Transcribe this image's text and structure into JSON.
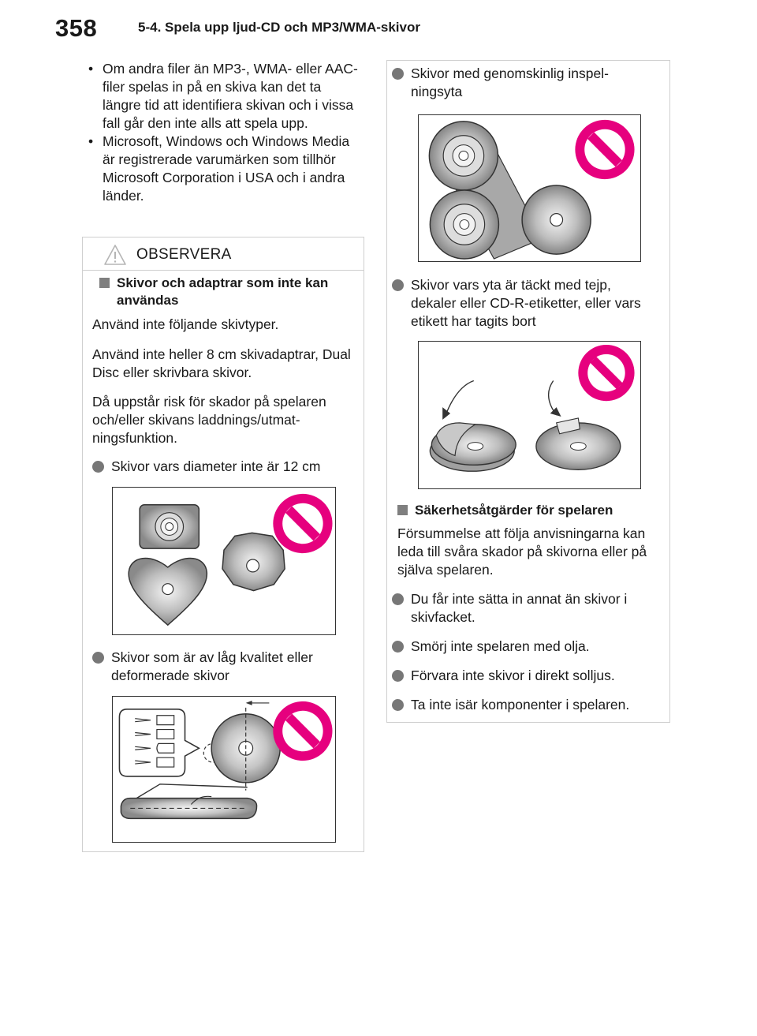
{
  "header": {
    "page_number": "358",
    "section_title": "5-4. Spela upp ljud-CD och MP3/WMA-skivor"
  },
  "left_bullets": [
    "Om andra filer än MP3-, WMA- eller AAC-filer spelas in på en skiva kan det ta längre tid att identifiera skivan och i vissa fall går den inte alls att spela upp.",
    "Microsoft, Windows och Windows Media är registrerade varumärken som tillhör Microsoft Corporation i USA och i andra länder."
  ],
  "notice": {
    "title": "OBSERVERA",
    "heading1": "Skivor och adaptrar som inte kan användas",
    "para1": "Använd inte följande skivtyper.",
    "para2": "Använd inte heller 8 cm skivadaptrar, Dual Disc eller skrivbara skivor.",
    "para3": "Då uppstår risk för skador på spelaren och/eller skivans laddnings/utmat-ningsfunktion.",
    "bullet1": "Skivor vars diameter inte är 12 cm",
    "bullet2": "Skivor som är av låg kvalitet eller deformerade skivor"
  },
  "right": {
    "bullet3": "Skivor med genomskinlig inspel-ningsyta",
    "bullet4": "Skivor vars yta är täckt med tejp, dekaler eller CD-R-etiketter, eller vars etikett har tagits bort",
    "heading2": "Säkerhetsåtgärder för spelaren",
    "para4": "Försummelse att följa anvisningarna kan leda till svåra skador på skivorna eller på själva spelaren.",
    "bullet5": "Du får inte sätta in annat än skivor i skivfacket.",
    "bullet6": "Smörj inte spelaren med olja.",
    "bullet7": "Förvara inte skivor i direkt solljus.",
    "bullet8": "Ta inte isär komponenter i spelaren."
  },
  "colors": {
    "prohibition": "#e6007e",
    "bullet": "#777777",
    "border": "#cfcfcf"
  }
}
